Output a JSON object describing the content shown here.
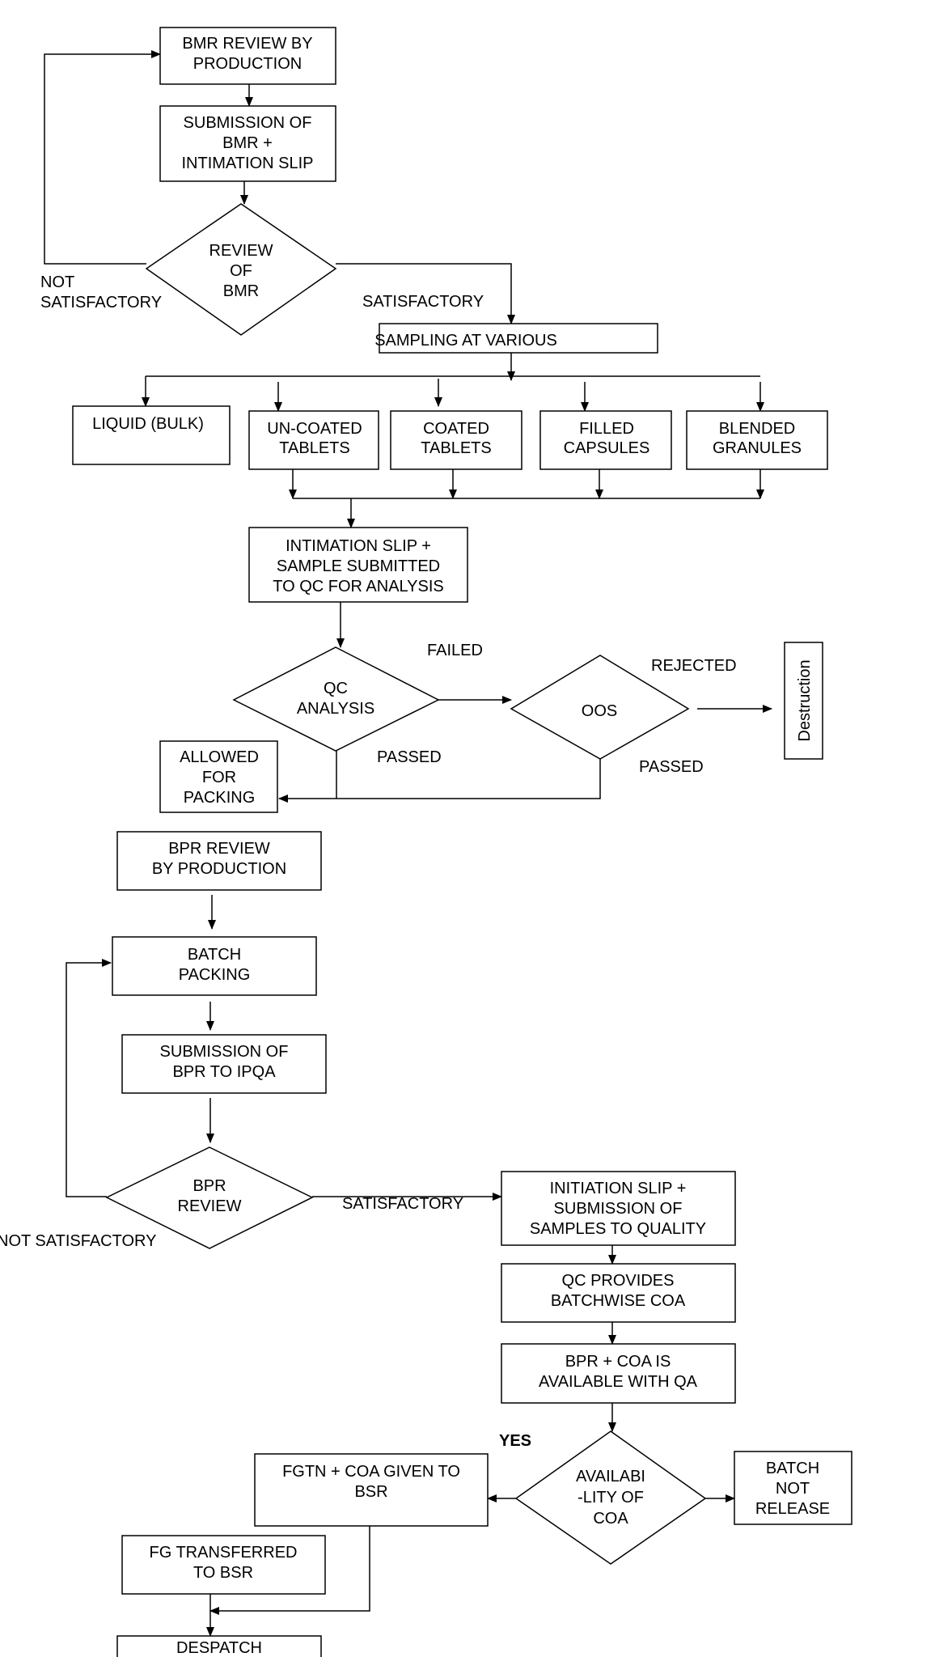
{
  "nodes": {
    "bmr_review_production": [
      "BMR REVIEW BY",
      "PRODUCTION"
    ],
    "submission_bmr": [
      "SUBMISSION OF",
      "BMR +",
      "INTIMATION SLIP"
    ],
    "review_of_bmr": [
      "REVIEW",
      "OF",
      "BMR"
    ],
    "sampling_various": [
      "SAMPLING AT VARIOUS"
    ],
    "liquid_bulk": [
      "LIQUID (BULK)"
    ],
    "uncoated_tablets": [
      "UN-COATED",
      "TABLETS"
    ],
    "coated_tablets": [
      "COATED",
      "TABLETS"
    ],
    "filled_capsules": [
      "FILLED",
      "CAPSULES"
    ],
    "blended_granules": [
      "BLENDED",
      "GRANULES"
    ],
    "intimation_sample": [
      "INTIMATION SLIP +",
      "SAMPLE SUBMITTED",
      "TO QC FOR ANALYSIS"
    ],
    "qc_analysis": [
      "QC",
      "ANALYSIS"
    ],
    "oos": [
      "OOS"
    ],
    "destruction": [
      "Destruction"
    ],
    "allowed_packing": [
      "ALLOWED",
      "FOR",
      "PACKING"
    ],
    "bpr_review_production": [
      "BPR REVIEW",
      "BY PRODUCTION"
    ],
    "batch_packing": [
      "BATCH",
      "PACKING"
    ],
    "submission_bpr": [
      "SUBMISSION OF",
      "BPR TO IPQA"
    ],
    "bpr_review": [
      "BPR",
      "REVIEW"
    ],
    "initiation_slip": [
      "INITIATION SLIP +",
      "SUBMISSION OF",
      "SAMPLES TO QUALITY"
    ],
    "qc_coa": [
      "QC PROVIDES",
      "BATCHWISE COA"
    ],
    "bpr_coa": [
      "BPR + COA IS",
      "AVAILABLE WITH QA"
    ],
    "availability_coa": [
      "AVAILABI",
      "-LITY OF",
      "COA"
    ],
    "batch_not_release": [
      "BATCH",
      "NOT",
      "RELEASE"
    ],
    "fgtn_coa": [
      "FGTN + COA GIVEN TO",
      "BSR"
    ],
    "fg_transferred": [
      "FG TRANSFERRED",
      "TO BSR"
    ],
    "despatch": [
      "DESPATCH"
    ]
  },
  "edge_labels": {
    "not_satisfactory_1": [
      "NOT",
      "SATISFACTORY"
    ],
    "satisfactory_1": "SATISFACTORY",
    "failed": "FAILED",
    "rejected": "REJECTED",
    "passed_qc": "PASSED",
    "passed_oos": "PASSED",
    "satisfactory_2": "SATISFACTORY",
    "not_satisfactory_2": "NOT SATISFACTORY",
    "yes": "YES"
  }
}
